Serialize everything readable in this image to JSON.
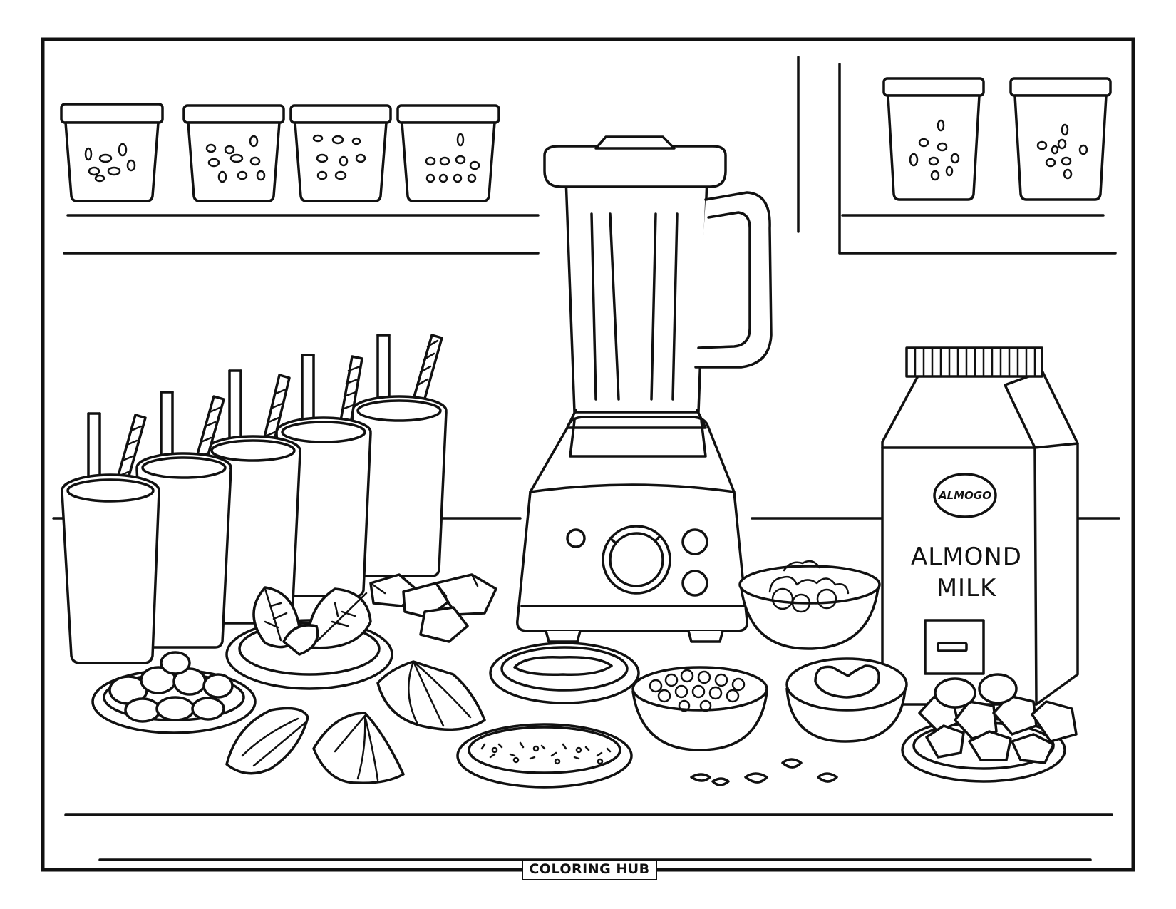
{
  "carton": {
    "logo": "ALMOGO",
    "line1": "ALMOND",
    "line2": "MILK"
  },
  "footer": {
    "brand": "COLORING HUB"
  }
}
